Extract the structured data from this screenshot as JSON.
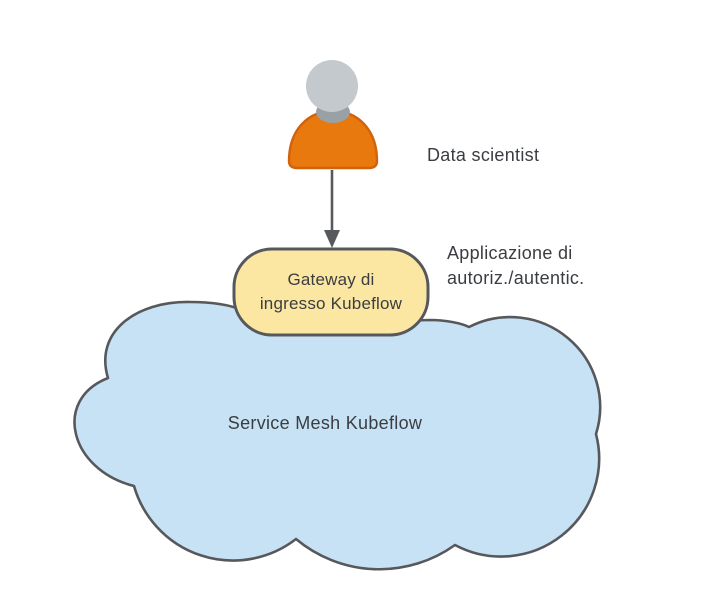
{
  "figure": {
    "actor": {
      "label": "Data scientist"
    },
    "gateway": {
      "line1": "Gateway di",
      "line2": "ingresso Kubeflow"
    },
    "auth_app": {
      "line1": "Applicazione di",
      "line2": "autoriz./autentic."
    },
    "mesh": {
      "label": "Service Mesh Kubeflow"
    },
    "colors": {
      "background": "#ffffff",
      "cloud_fill": "#c8e2f5",
      "cloud_stroke": "#57585c",
      "box_fill": "#fbe7a2",
      "box_stroke": "#57585c",
      "person_shirt": "#e8790f",
      "person_shirt_edge": "#d2620b",
      "person_head": "#c4c9cd",
      "person_neck": "#9aa1a6",
      "arrow": "#58595c",
      "text": "#3a3d41"
    }
  }
}
